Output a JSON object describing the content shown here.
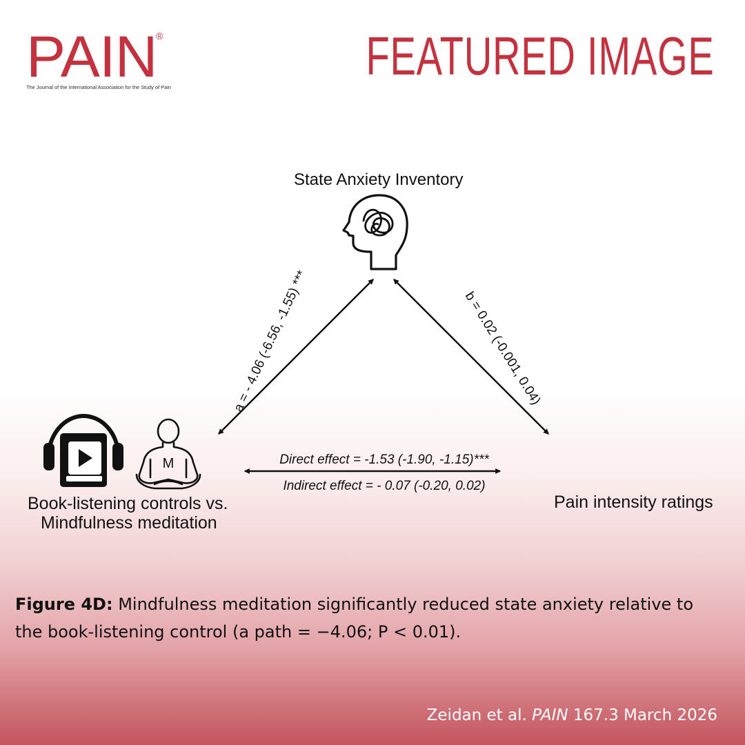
{
  "header": {
    "logo_word": "PAIN",
    "logo_registered": "®",
    "logo_tagline": "The Journal of the International Association for the Study of Pain",
    "title": "FEATURED IMAGE"
  },
  "diagram": {
    "mediator_label": "State Anxiety Inventory",
    "mediator_icon": "head-with-tangled-thoughts-icon",
    "predictor_label_line1": "Book-listening controls vs.",
    "predictor_label_line2": "Mindfulness meditation",
    "predictor_icons": [
      "headphones-audiobook-icon",
      "meditating-person-icon"
    ],
    "meditation_icon_letter": "M",
    "outcome_label": "Pain intensity ratings",
    "path_a": "a = - 4.06 (-6.56, -1.55) ***",
    "path_b": "b = 0.02  (-0.001, 0.04)",
    "direct_effect": "Direct effect = -1.53 (-1.90, -1.15)***",
    "indirect_effect": "Indirect effect = - 0.07 (-0.20, 0.02)"
  },
  "caption": {
    "bold": "Figure 4D:",
    "text": " Mindfulness meditation significantly reduced state anxiety relative to the book-listening control (a path = −4.06; P < 0.01)."
  },
  "citation": {
    "authors": "Zeidan et al. ",
    "journal": "PAIN",
    "details": " 167.3 March 2026"
  },
  "colors": {
    "brand_red": "#c4323f",
    "text": "#111111"
  }
}
